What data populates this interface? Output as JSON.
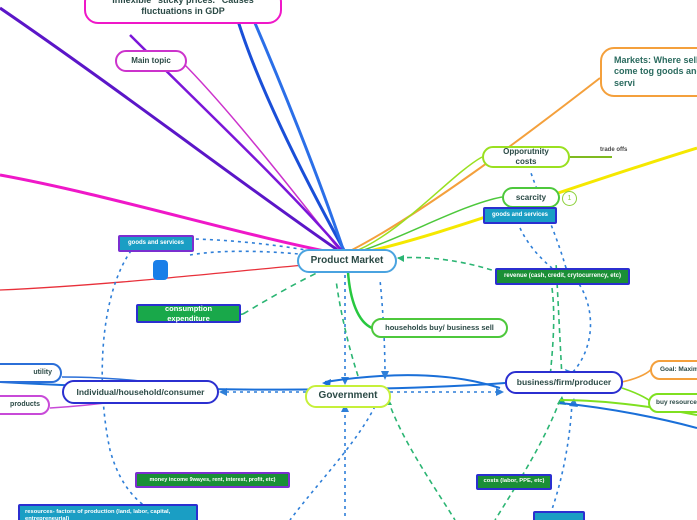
{
  "app": {
    "type": "mind-map-canvas",
    "background": "#ffffff"
  },
  "colors": {
    "center_border": "#4aa3e0",
    "blue": "#1a4fd8",
    "royal_blue": "#2b2fd0",
    "purple": "#5b16c8",
    "magenta": "#ef18c8",
    "pink": "#e020d0",
    "orange": "#f4a03c",
    "yellow": "#f5e800",
    "green": "#28c840",
    "lime": "#9ae020",
    "teal_fill": "#1a9ec4",
    "dark_green_fill": "#1a8f36",
    "green_fill": "#19a84a",
    "dotted_blue": "#2f7fd8",
    "dotted_green": "#2bb573",
    "red": "#e8303a",
    "text_dark": "#2b4a46"
  },
  "nodes": {
    "center": {
      "label": "Product Market",
      "border": "#4aa3e0",
      "text": "#2b4a46"
    },
    "sticky_prices": {
      "label": "Inflexible \"sticky prices.\" Causes fluctuations in GDP",
      "border": "#ef18c8",
      "text": "#2b4a46"
    },
    "main_topic": {
      "label": "Main topic",
      "border": "#cc33cc",
      "text": "#2b4a46"
    },
    "markets_def": {
      "label": "Markets: Where  sellers come tog goods and servi",
      "border": "#f4a03c",
      "text": "#2b6b5f"
    },
    "opportunity_costs": {
      "label": "Opporutnity costs",
      "border": "#9ae020",
      "text": "#2b4a46"
    },
    "scarcity": {
      "label": "scarcity",
      "border": "#4dc83c",
      "text": "#2b4a46",
      "collapse_count": "1"
    },
    "goods_services_right": {
      "label": "goods and services",
      "fill": "#1a9ec4",
      "border": "#2b2fd0",
      "text": "#ffffff"
    },
    "goods_services_left": {
      "label": "goods and services",
      "fill": "#1a9ec4",
      "border": "#7b2fd0",
      "text": "#ffffff"
    },
    "revenue": {
      "label": "revenue (cash, credit, crytocurrency, etc)",
      "fill": "#1a8f36",
      "border": "#2b2fd0",
      "text": "#ffffff"
    },
    "households_buy": {
      "label": "households buy/  business sell",
      "border": "#4dc83c",
      "text": "#2b4a46"
    },
    "consumption_expenditure": {
      "label": "consumption expenditure",
      "fill": "#19a84a",
      "border": "#2b2fd0",
      "text": "#ffffff"
    },
    "individual_household": {
      "label": "Individual/household/consumer",
      "border": "#2b2fd0",
      "text": "#2b4a46"
    },
    "government": {
      "label": "Government",
      "border": "#c6f03a",
      "text": "#2b4a46"
    },
    "business_firm": {
      "label": "business/firm/producer",
      "border": "#2b2fd0",
      "text": "#2b4a46"
    },
    "utility_clipped": {
      "label": "utility",
      "border": "#2b6fd8",
      "text": "#2b4a46"
    },
    "products_clipped": {
      "label": "products",
      "border": "#c84ad8",
      "text": "#2b4a46"
    },
    "goal_maximize": {
      "label": "Goal: Maxim",
      "border": "#f4a03c",
      "text": "#2b4a46"
    },
    "buy_resources": {
      "label": "buy resources,",
      "border": "#7fe020",
      "text": "#2b4a46"
    },
    "money_income": {
      "label": "money income 9wayes, rent, interest, profit, etc)",
      "fill": "#1a8f36",
      "border": "#7b2fd0",
      "text": "#ffffff"
    },
    "resources_factors": {
      "label": "resources- factors of production (land, labor, capital, entrepreneurial)",
      "fill": "#1a9ec4",
      "border": "#2b2fd0",
      "text": "#ffffff"
    },
    "costs": {
      "label": "costs (labor, PPE, etc)",
      "fill": "#1a8f36",
      "border": "#2b2fd0",
      "text": "#ffffff"
    },
    "empty_teal": {
      "label": "",
      "fill": "#1a9ec4",
      "border": "#2b2fd0",
      "text": "#ffffff"
    }
  },
  "edge_labels": {
    "trade_offs": "trade offs"
  }
}
